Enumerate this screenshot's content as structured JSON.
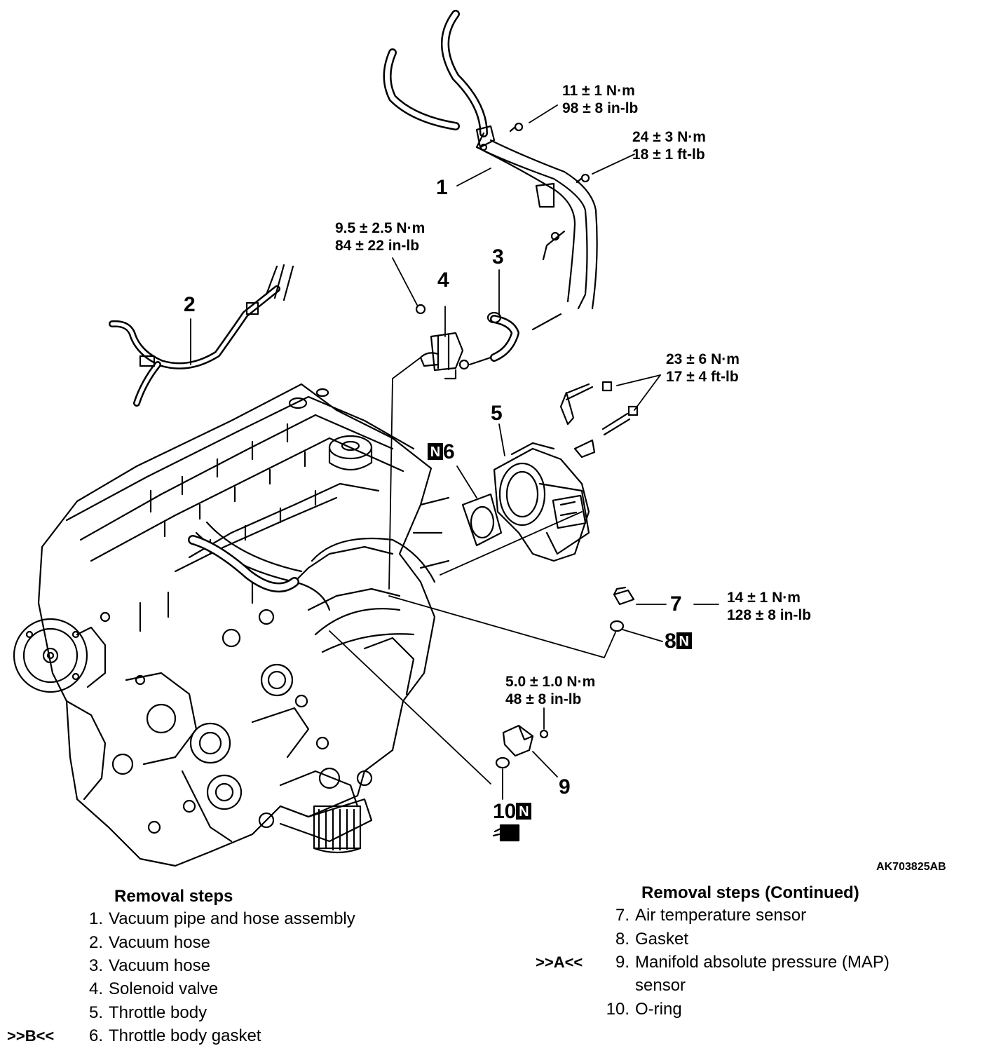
{
  "figure_code": "AK703825AB",
  "torque_specs": {
    "pipe_bolt_small": [
      "11 ± 1 N·m",
      "98 ± 8 in-lb"
    ],
    "pipe_bolt_large": [
      "24 ± 3 N·m",
      "18 ± 1 ft-lb"
    ],
    "solenoid_bolt": [
      "9.5 ± 2.5 N·m",
      "84 ± 22 in-lb"
    ],
    "throttle_bolts": [
      "23 ± 6 N·m",
      "17 ± 4 ft-lb"
    ],
    "air_temp_sensor": [
      "14 ± 1 N·m",
      "128 ± 8 in-lb"
    ],
    "map_sensor_bolt": [
      "5.0 ± 1.0 N·m",
      "48 ± 8 in-lb"
    ]
  },
  "callouts": {
    "c1": "1",
    "c2": "2",
    "c3": "3",
    "c4": "4",
    "c5": "5",
    "c6": "6",
    "c7": "7",
    "c8": "8",
    "c9": "9",
    "c10": "10",
    "new_part_badge": "N"
  },
  "removal_steps": {
    "title": "Removal steps",
    "title_continued": "Removal steps (Continued)",
    "items": [
      {
        "num": "1.",
        "text": "Vacuum pipe and hose assembly"
      },
      {
        "num": "2.",
        "text": "Vacuum hose"
      },
      {
        "num": "3.",
        "text": "Vacuum hose"
      },
      {
        "num": "4.",
        "text": "Solenoid valve"
      },
      {
        "num": "5.",
        "text": "Throttle body"
      },
      {
        "num": "6.",
        "text": "Throttle body gasket",
        "marker": ">>B<<"
      },
      {
        "num": "7.",
        "text": "Air temperature sensor"
      },
      {
        "num": "8.",
        "text": "Gasket"
      },
      {
        "num": "9.",
        "text": "Manifold absolute pressure (MAP)",
        "text2": "sensor",
        "marker": ">>A<<"
      },
      {
        "num": "10.",
        "text": "O-ring"
      }
    ]
  }
}
